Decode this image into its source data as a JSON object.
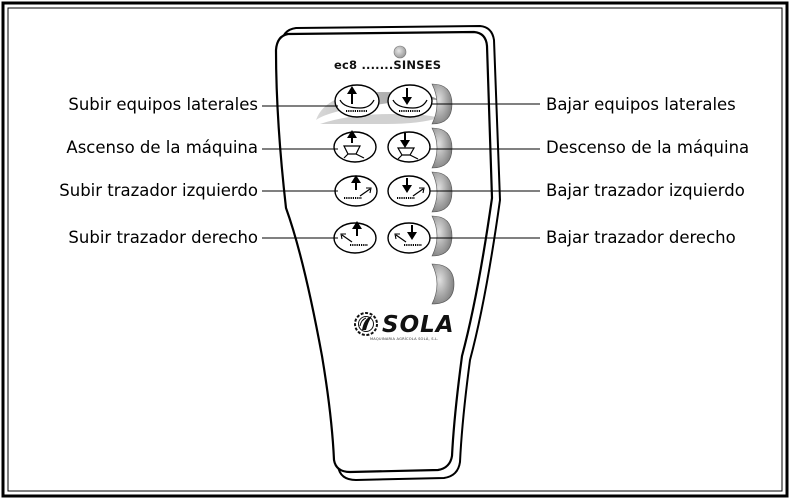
{
  "device": {
    "model_prefix": "ec8",
    "model_dots": ".......",
    "model_name": "SINSES",
    "brand_name": "SOLA",
    "brand_subtitle": "MAQUINARIA AGRÍCOLA SOLÀ, S.L."
  },
  "labels_left": {
    "row1": "Subir equipos laterales",
    "row2": "Ascenso de la máquina",
    "row3": "Subir trazador izquierdo",
    "row4": "Subir trazador derecho"
  },
  "labels_right": {
    "row1": "Bajar equipos laterales",
    "row2": "Descenso de la máquina",
    "row3": "Bajar trazador izquierdo",
    "row4": "Bajar trazador derecho"
  },
  "colors": {
    "body_fill": "#ffffff",
    "outline": "#000000",
    "side_button_gray": "#9a9a9a",
    "led_gray": "#bdbdbd"
  }
}
